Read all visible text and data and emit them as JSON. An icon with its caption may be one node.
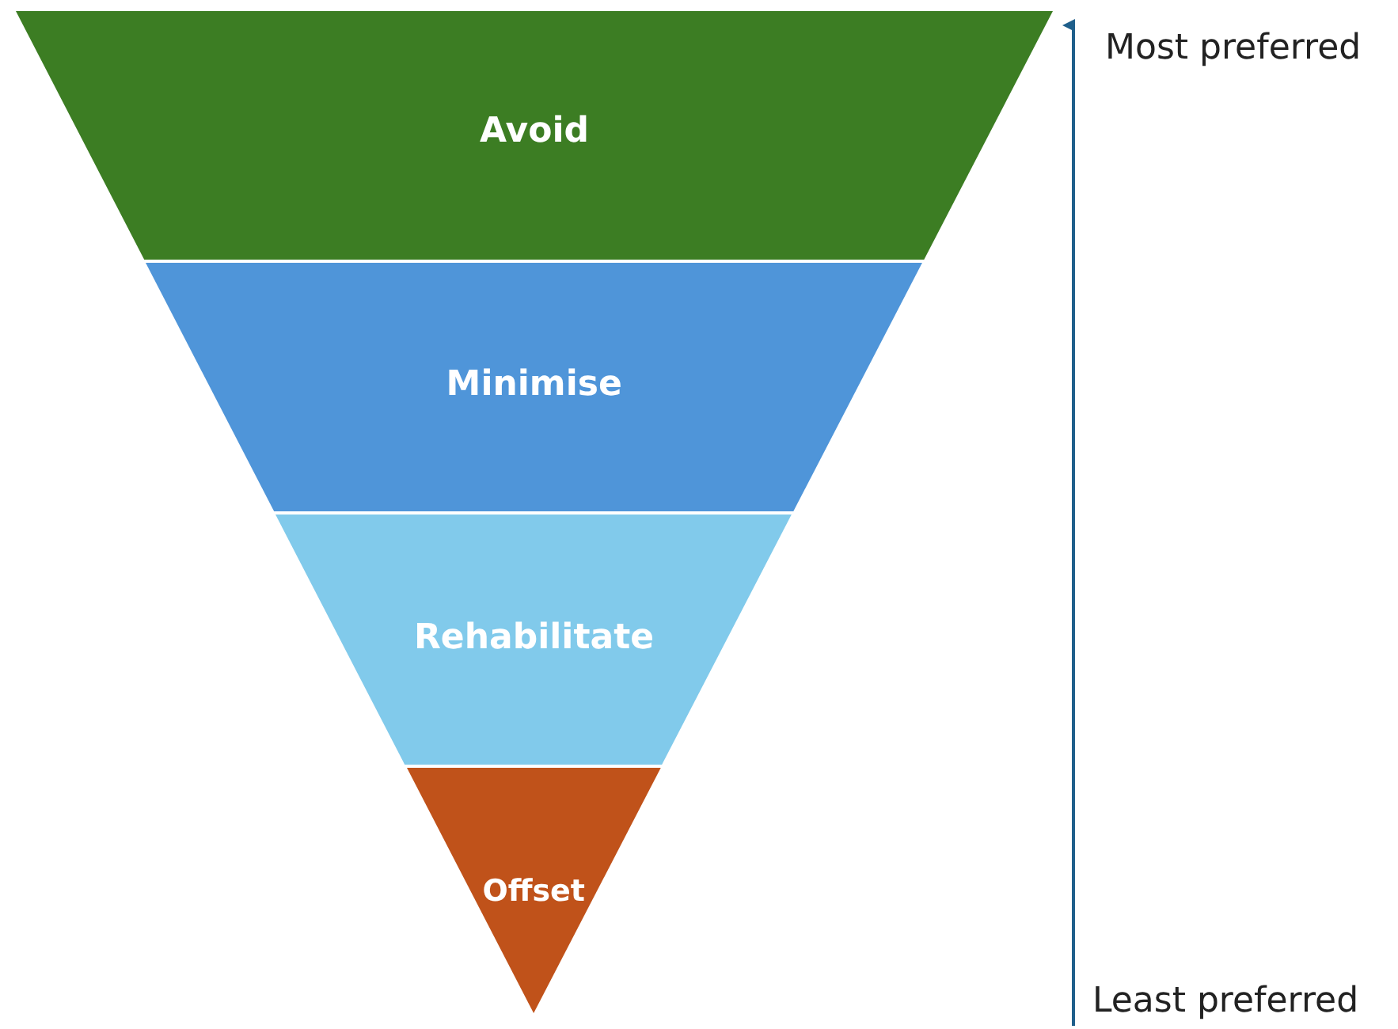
{
  "diagram": {
    "nodes": [
      {
        "text": [
          "Avoid"
        ]
      },
      {
        "text": [
          "Minimise"
        ]
      },
      {
        "text": [
          "Rehabilitate"
        ]
      },
      {
        "text": [
          "Offset"
        ]
      }
    ],
    "labels": [
      "Most preferred",
      "Least preferred"
    ]
  }
}
